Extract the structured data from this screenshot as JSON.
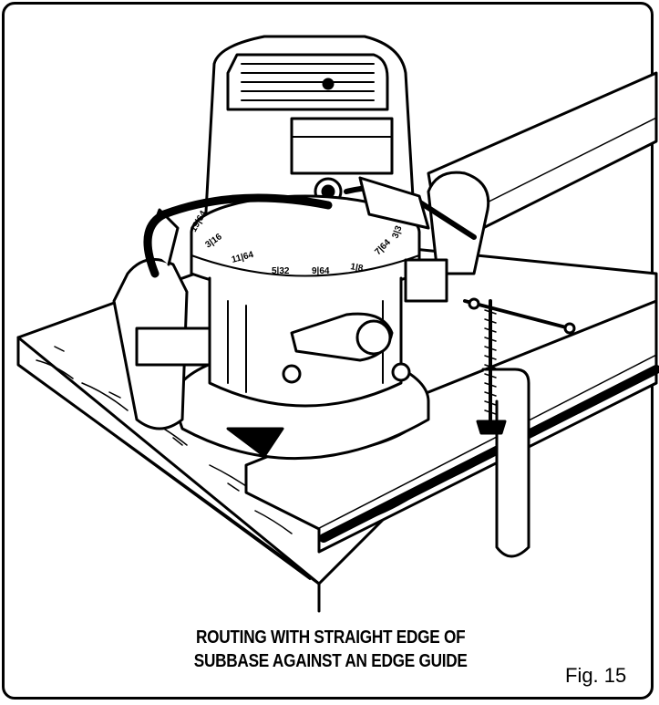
{
  "figure": {
    "caption_line1": "ROUTING WITH STRAIGHT EDGE OF",
    "caption_line2": "SUBBASE AGAINST AN EDGE GUIDE",
    "label": "Fig. 15"
  },
  "depth_scale": {
    "marks": [
      "19|64",
      "3|16",
      "11|64",
      "5|32",
      "9|64",
      "1|8",
      "7|64",
      "3|3"
    ]
  },
  "colors": {
    "ink": "#000000",
    "paper": "#ffffff"
  }
}
